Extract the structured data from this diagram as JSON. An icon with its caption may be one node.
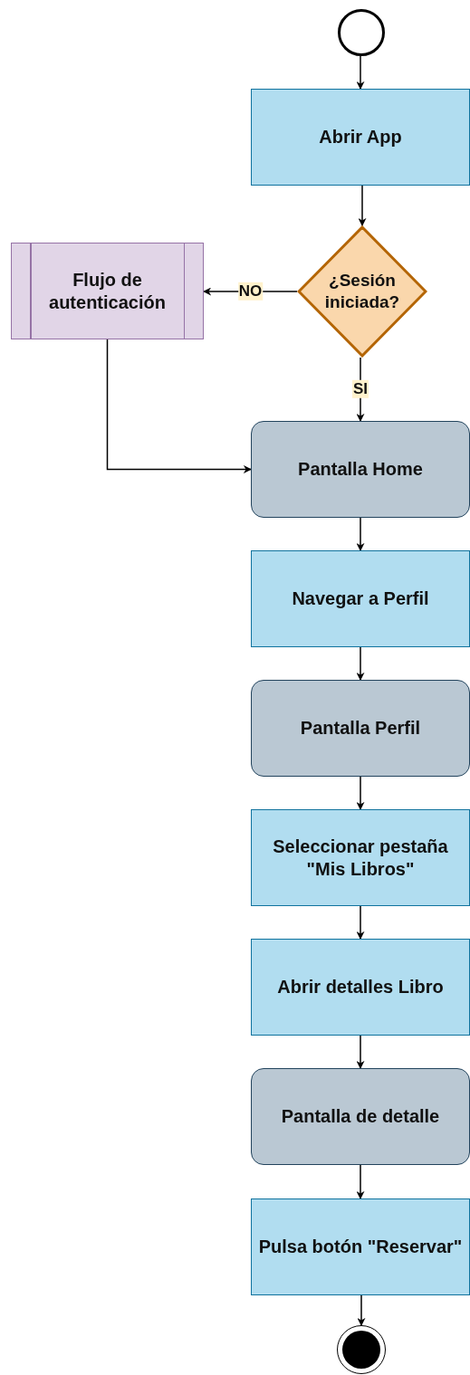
{
  "diagram": {
    "nodes": [
      {
        "text": [],
        "shape": "circle"
      },
      {
        "text": [
          "Abrir App"
        ]
      },
      {
        "text": [
          "¿Sesión iniciada?"
        ]
      },
      {
        "text": [
          "Flujo de autenticación"
        ]
      },
      {
        "text": [
          "Pantalla Home"
        ]
      },
      {
        "text": [
          "Navegar a Perfil"
        ]
      },
      {
        "text": [
          "Pantalla Perfil"
        ]
      },
      {
        "text": [
          "Seleccionar pestaña \"Mis Libros\""
        ]
      },
      {
        "text": [
          "Abrir detalles Libro"
        ]
      },
      {
        "text": [
          "Pantalla de detalle"
        ]
      },
      {
        "text": [
          "Pulsa botón \"Reservar\""
        ]
      },
      {
        "text": [],
        "shape": "circle"
      }
    ],
    "edges": [
      {
        "from": 0,
        "to": 1,
        "arrow": "to"
      },
      {
        "from": 1,
        "to": 2,
        "arrow": "to"
      },
      {
        "from": 2,
        "to": 3,
        "arrow": "to",
        "label": "NO"
      },
      {
        "from": 2,
        "to": 4,
        "arrow": "to",
        "label": "SI"
      },
      {
        "from": 3,
        "to": 4,
        "arrow": "to"
      },
      {
        "from": 4,
        "to": 5,
        "arrow": "to"
      },
      {
        "from": 5,
        "to": 6,
        "arrow": "to"
      },
      {
        "from": 6,
        "to": 7,
        "arrow": "to"
      },
      {
        "from": 7,
        "to": 8,
        "arrow": "to"
      },
      {
        "from": 8,
        "to": 9,
        "arrow": "to"
      },
      {
        "from": 9,
        "to": 10,
        "arrow": "to"
      },
      {
        "from": 10,
        "to": 11,
        "arrow": "to"
      }
    ]
  }
}
